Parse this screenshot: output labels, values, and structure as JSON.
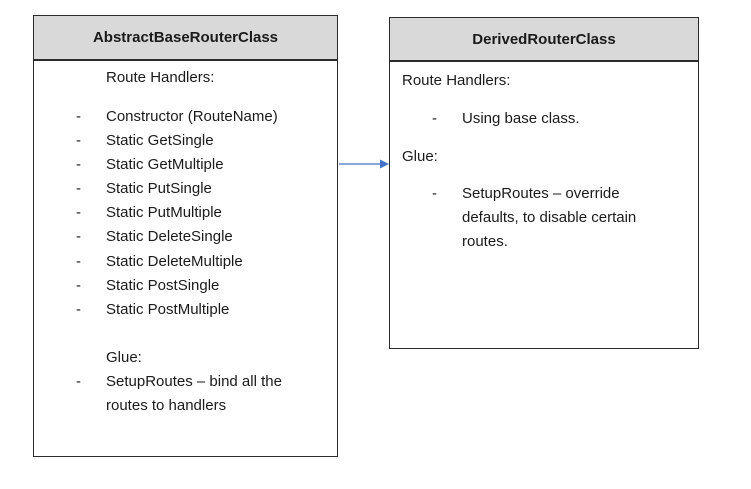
{
  "base_class": {
    "name": "AbstractBaseRouterClass",
    "route_handlers_label": "Route Handlers:",
    "handlers": [
      "Constructor (RouteName)",
      "Static GetSingle",
      "Static GetMultiple",
      "Static PutSingle",
      "Static PutMultiple",
      "Static DeleteSingle",
      "Static DeleteMultiple",
      "Static PostSingle",
      "Static PostMultiple"
    ],
    "glue_label": "Glue:",
    "glue_items": [
      "SetupRoutes – bind all the routes to handlers"
    ],
    "glue_lines": [
      "SetupRoutes – bind all the",
      "routes to handlers"
    ]
  },
  "derived_class": {
    "name": "DerivedRouterClass",
    "route_handlers_label": "Route Handlers:",
    "handlers": [
      "Using base class."
    ],
    "glue_label": "Glue:",
    "glue_items": [
      "SetupRoutes – override defaults, to disable certain routes."
    ],
    "glue_lines": [
      "SetupRoutes – override",
      "defaults, to disable certain",
      "routes."
    ]
  },
  "bullet_marker": "-",
  "arrow": {
    "from": "base_class",
    "to": "derived_class",
    "color": "#4472c4"
  },
  "colors": {
    "header_fill": "#d9d9d9",
    "border": "#2b2b2b",
    "arrow": "#4472c4"
  }
}
